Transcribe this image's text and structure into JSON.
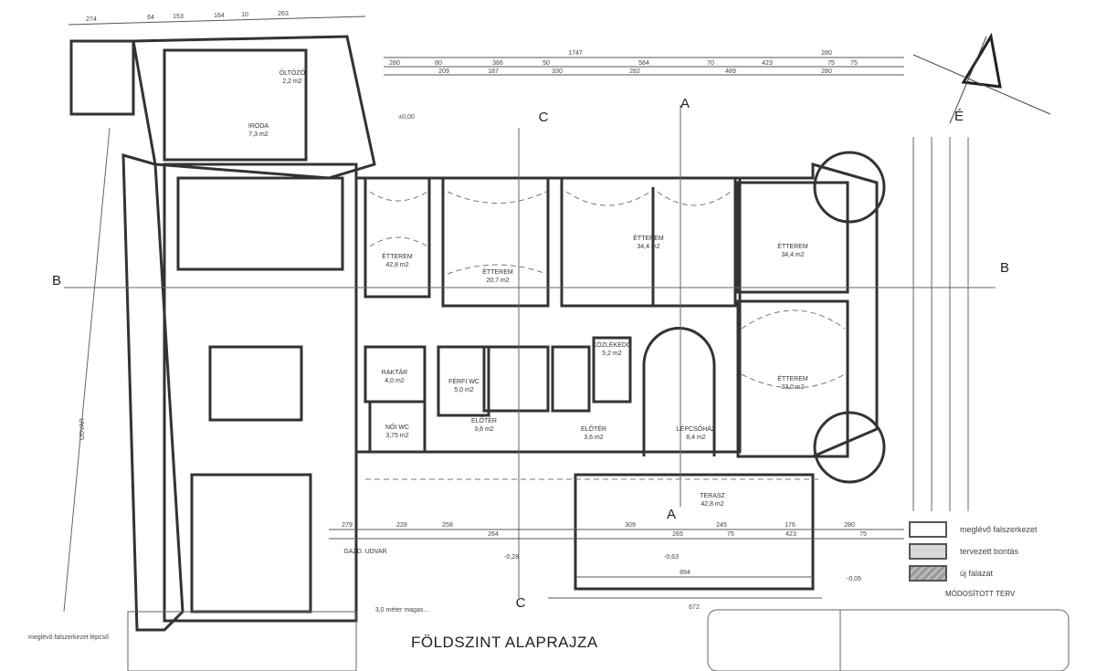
{
  "title": "FÖLDSZINT ALAPRAJZA",
  "section_markers": {
    "a": "A",
    "b": "B",
    "c": "C"
  },
  "north_label": "É",
  "legend": {
    "items": [
      {
        "label": "meglévő falszerkezet",
        "swatch": "#ffffff"
      },
      {
        "label": "tervezett bontás",
        "swatch": "#d8d8d8"
      },
      {
        "label": "új falazat",
        "swatch": "#9a9a9a"
      }
    ],
    "caption": "MÓDOSÍTOTT TERV"
  },
  "rooms": [
    {
      "name": "ÉTTEREM",
      "area": "42,8 m2"
    },
    {
      "name": "ÉTTEREM",
      "area": "20,7 m2"
    },
    {
      "name": "ÉTTEREM",
      "area": "34,4 m2"
    },
    {
      "name": "ÉTTEREM",
      "area": "34,4 m2"
    },
    {
      "name": "ÉTTEREM",
      "area": "33,0 m2"
    },
    {
      "name": "RAKTÁR",
      "area": "4,0 m2"
    },
    {
      "name": "NŐI WC",
      "area": "3,75 m2"
    },
    {
      "name": "FÉRFI WC",
      "area": "5,0 m2"
    },
    {
      "name": "ELŐTÉR",
      "area": "3,6 m2"
    },
    {
      "name": "ELŐTÉR",
      "area": "3,6 m2"
    },
    {
      "name": "LÉPCSŐHÁZ",
      "area": "8,4 m2"
    },
    {
      "name": "TERASZ",
      "area": "42,8 m2"
    },
    {
      "name": "KÖZLEKEDŐ",
      "area": "5,2 m2"
    },
    {
      "name": "IRODA",
      "area": "7,3 m2"
    },
    {
      "name": "ÖLTÖZŐ",
      "area": "2,2 m2"
    },
    {
      "name": "GAZD. UDVAR",
      "area": ""
    }
  ],
  "dimensions": {
    "top_row": [
      "274",
      "64",
      "153",
      "164",
      "10",
      "263"
    ],
    "overall": [
      "1747",
      "280"
    ],
    "row2": [
      "280",
      "80",
      "386",
      "50",
      "584",
      "70",
      "423",
      "75",
      "75"
    ],
    "row3": [
      "209",
      "187",
      "330",
      "282",
      "489",
      "280"
    ],
    "bottom_row1": [
      "279",
      "228",
      "258",
      "264",
      "309",
      "245",
      "176",
      "280"
    ],
    "bottom_row2": [
      "265",
      "75",
      "423",
      "75"
    ],
    "bottom_row3": [
      "894",
      "672"
    ]
  },
  "levels": [
    "-0,63",
    "-0,05",
    "-0,28",
    "±0,00"
  ],
  "notes": [
    "meglévő falszerkezet lépcső",
    "3,0 méter magas...",
    "UDVAR"
  ]
}
